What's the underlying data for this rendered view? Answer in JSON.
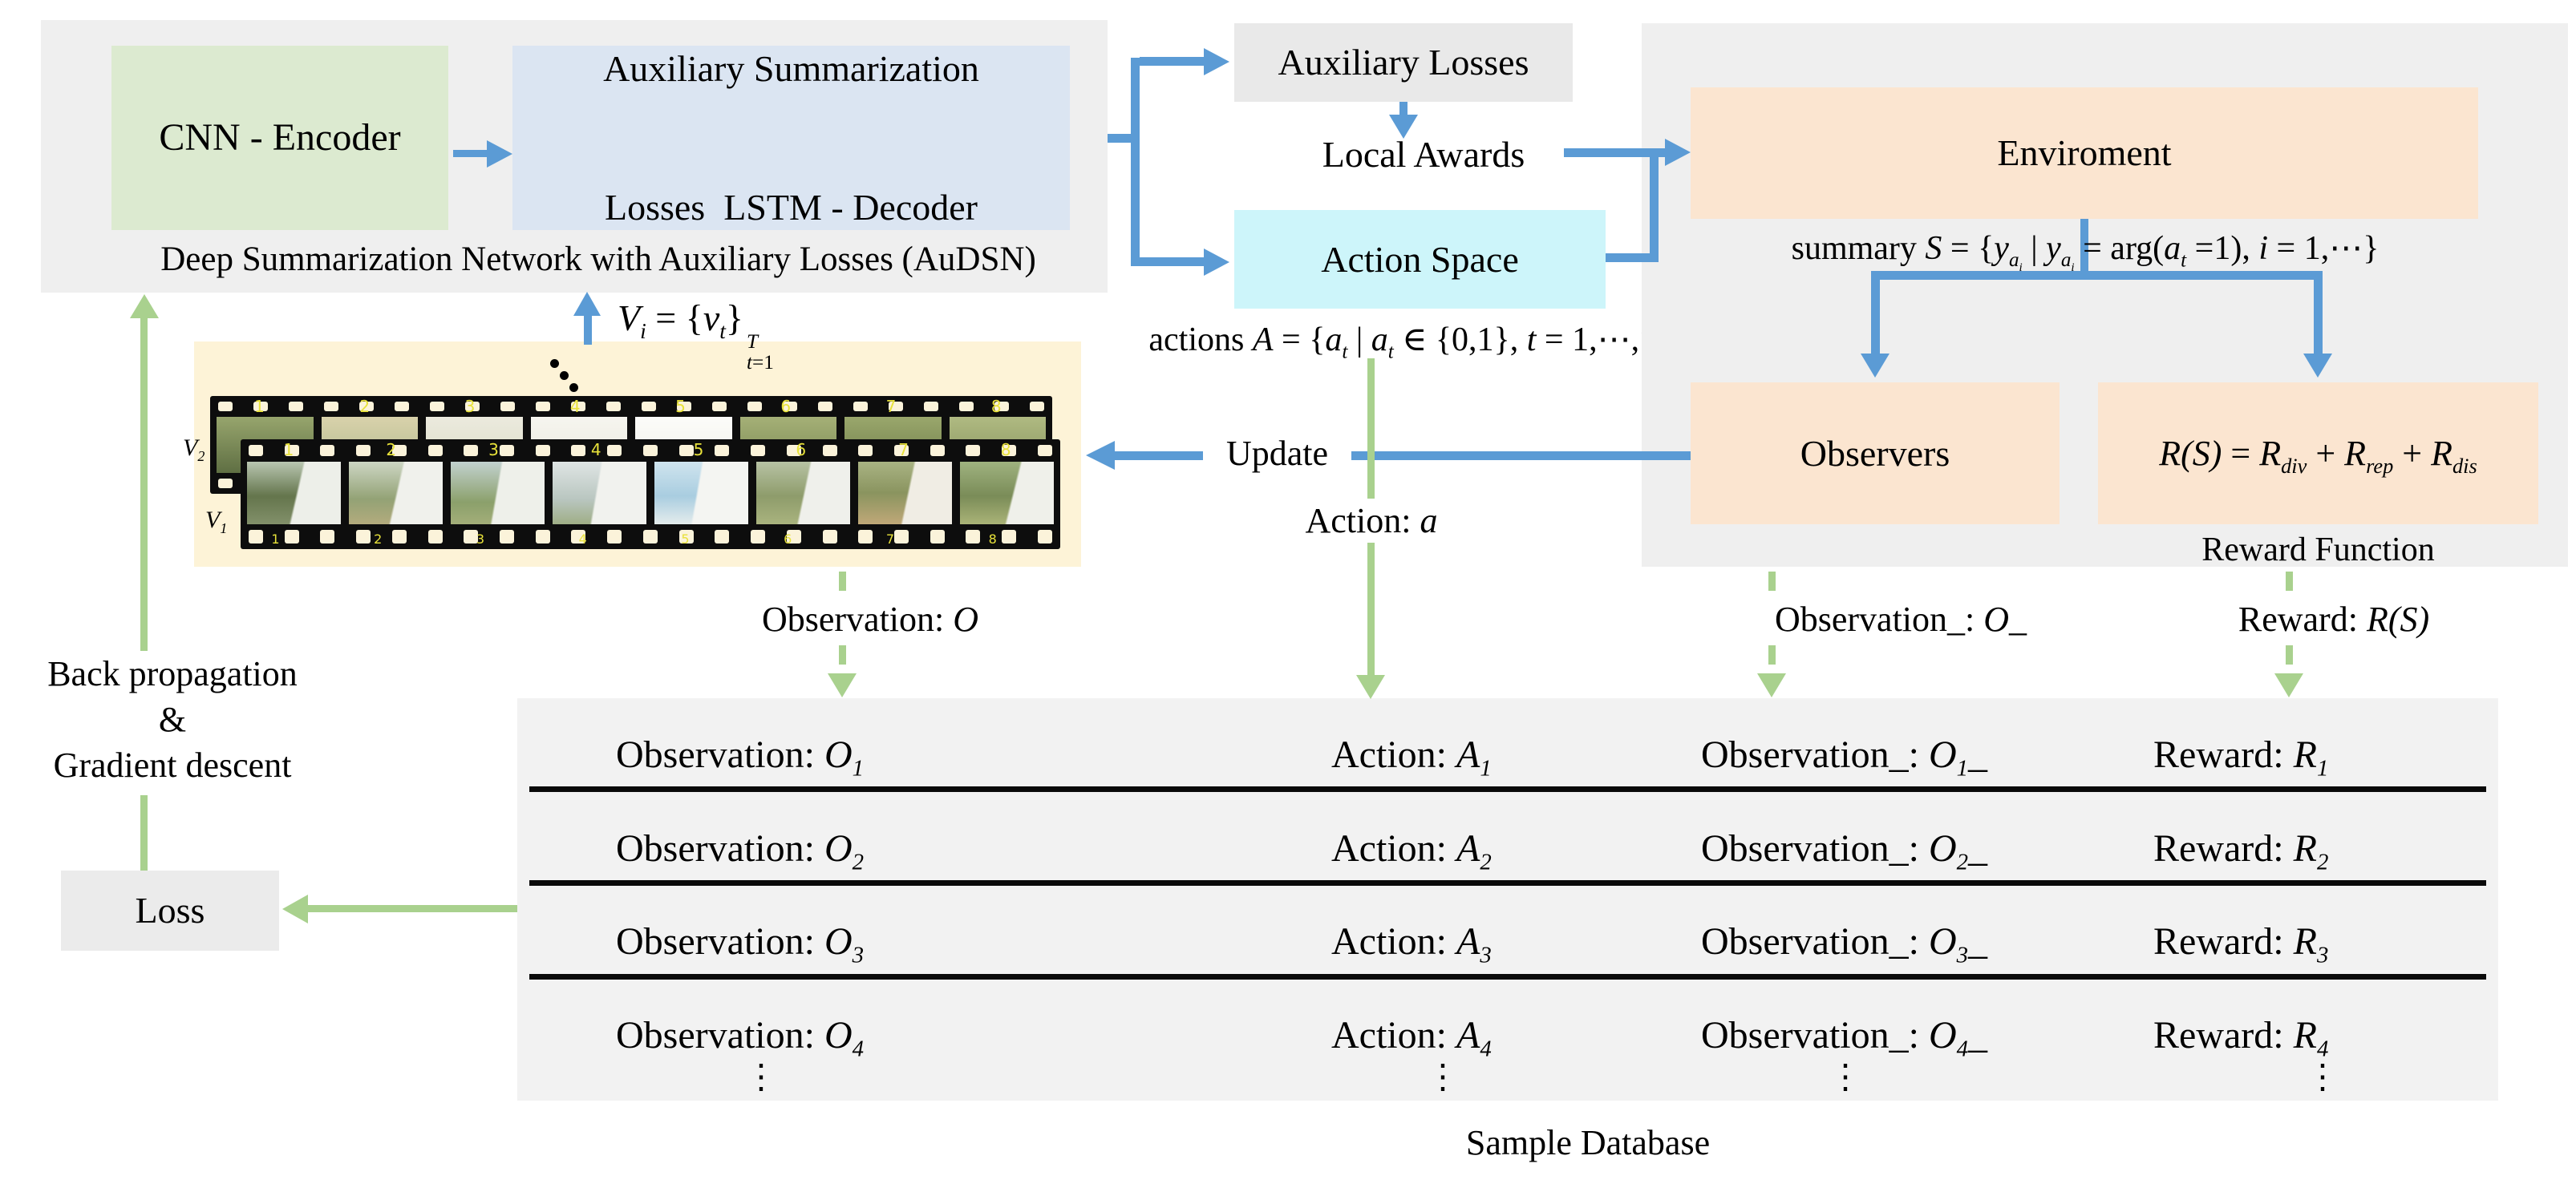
{
  "colors": {
    "blue": "#5b9bd5",
    "green": "#a9d18e",
    "peach": "#fbe5d0",
    "cream": "#fdf3d7",
    "panel": "#efefef",
    "cnn_green": "#dcead0",
    "lstm_blue": "#dbe5f2",
    "cyan": "#cdf5fa",
    "box_gray": "#e9e9e9",
    "table_gray": "#f2f2f2",
    "loss_gray": "#ebebeb"
  },
  "audsn": {
    "cnn_label": "CNN - Encoder",
    "lstm_lines": [
      "Auxiliary Summarization",
      "Losses  LSTM - Decoder"
    ],
    "caption": "Deep Summarization Network with Auxiliary Losses (AuDSN)"
  },
  "video": {
    "v_formula_html": "<i>V</i><sub><i>i</i></sub> = {<i>v</i><sub><i>t</i></sub>}<span class=\"stk\"><span><i>T</i></span><span><i>t</i>=1</span></span>",
    "v1_label_html": "<i>V</i><sub><i>1</i></sub>",
    "v2_label_html": "<i>V</i><sub><i>2</i></sub>",
    "frame_numbers": [
      "1",
      "2",
      "3",
      "4",
      "5",
      "6",
      "7",
      "8"
    ]
  },
  "middle": {
    "auxiliary_losses": "Auxiliary Losses",
    "local_awards": "Local Awards",
    "action_space": "Action Space",
    "actions_formula_html": "actions <i>A</i> = {<i>a</i><sub><i>t</i></sub> | <i>a</i><sub><i>t</i></sub> ∈ {0,1}, <i>t</i> = 1,⋯,<i>T</i>}",
    "update_label": "Update",
    "action_label_html": "Action: <i>a</i>"
  },
  "right": {
    "environment_label": "Enviroment",
    "summary_formula_html": "summary <i>S</i> = {<i>y</i><sub><i>a<sub>i</sub></i></sub> | <i>y</i><sub><i>a<sub>i</sub></i></sub> = arg(<i>a</i><sub><i>t</i></sub> =1), <i>i</i> = 1,⋯}",
    "observers_label": "Observers",
    "reward_formula_html": "<i>R(S)</i> = <i>R</i><sub><i>div</i></sub> + <i>R</i><sub><i>rep</i></sub> + <i>R</i><sub><i>dis</i></sub>",
    "reward_function_label": "Reward Function"
  },
  "flows": {
    "observation_html": "Observation: <i>O</i>",
    "observation_next_html": "Observation_: <i>O</i>_",
    "reward_html": "Reward: <i>R(S)</i>"
  },
  "left": {
    "back_prop_lines": [
      "Back propagation",
      "&",
      "Gradient descent"
    ],
    "loss_label": "Loss"
  },
  "table": {
    "columns": [
      {
        "prefix": "Observation: ",
        "symbol": "O",
        "suffix": ""
      },
      {
        "prefix": "Action: ",
        "symbol": "A",
        "suffix": ""
      },
      {
        "prefix": "Observation_: ",
        "symbol": "O",
        "suffix": "_"
      },
      {
        "prefix": "Reward: ",
        "symbol": "R",
        "suffix": ""
      }
    ],
    "row_indices": [
      "1",
      "2",
      "3",
      "4"
    ],
    "ellipsis": "⋮",
    "caption": "Sample Database"
  }
}
